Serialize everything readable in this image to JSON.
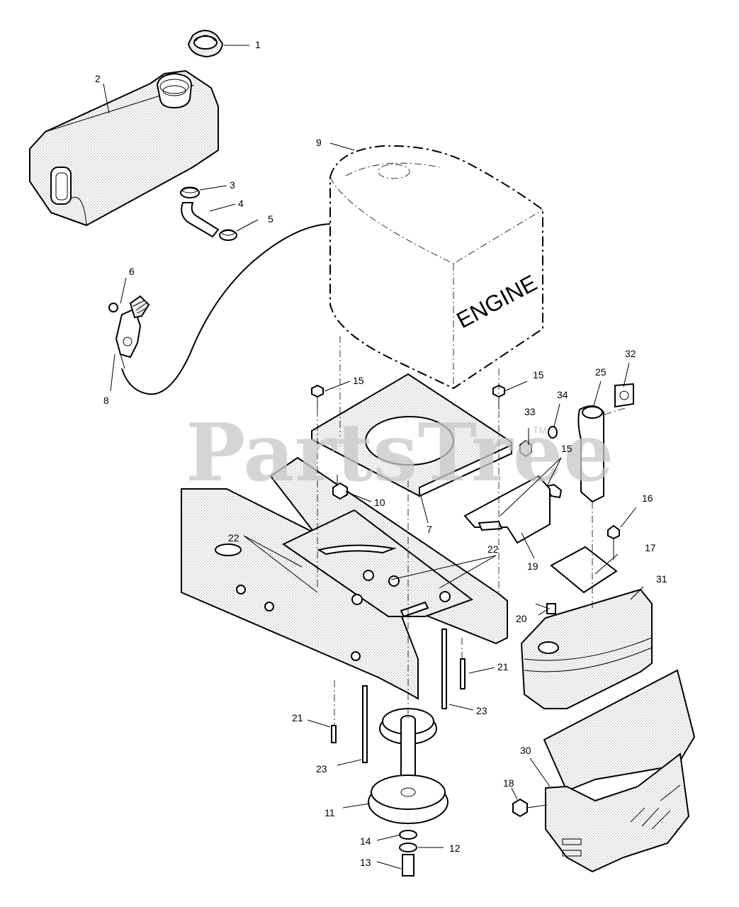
{
  "watermark": {
    "text": "PartsTree",
    "tm": "TM"
  },
  "engine_text": "ENGINE",
  "callouts": {
    "c1": "1",
    "c2": "2",
    "c3": "3",
    "c4": "4",
    "c5": "5",
    "c6": "6",
    "c7": "7",
    "c8": "8",
    "c9": "9",
    "c10": "10",
    "c11": "11",
    "c12": "12",
    "c13": "13",
    "c14": "14",
    "c15a": "15",
    "c15b": "15",
    "c15c": "15",
    "c16": "16",
    "c17": "17",
    "c18": "18",
    "c19": "19",
    "c20": "20",
    "c21a": "21",
    "c21b": "21",
    "c22a": "22",
    "c22b": "22",
    "c23a": "23",
    "c23b": "23",
    "c25": "25",
    "c30": "30",
    "c31": "31",
    "c32": "32",
    "c33": "33",
    "c34": "34"
  }
}
